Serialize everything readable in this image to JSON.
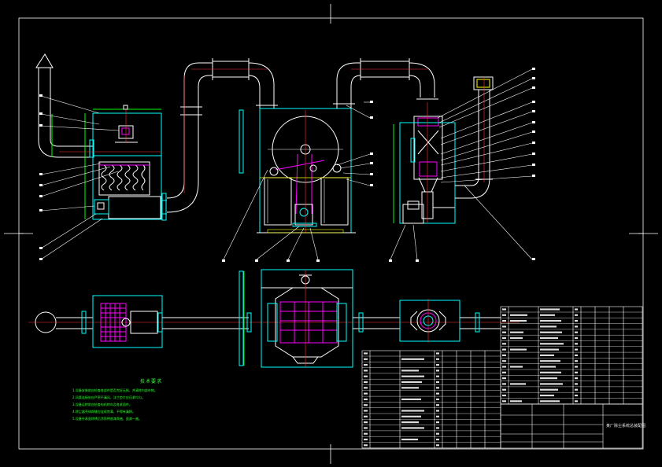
{
  "drawing": {
    "background": "#000000",
    "colors": {
      "frame": "#ffffff",
      "outline": "#00ffff",
      "centerline": "#ff3333",
      "part": "#ffffff",
      "hatch": "#ff00ff",
      "leader": "#ffffff",
      "dimension": "#00ff00",
      "yellow": "#ffff00",
      "notes": "#33ff33"
    },
    "tech_notes": {
      "title": "技术要求",
      "lines": [
        "1.设备安装前应检查各部件是否完好无损，并清除内部杂物。",
        "2.风管连接处应严密不漏风，法兰垫片应压紧均匀。",
        "3.设备运转前应检查电机转向及各紧固件。",
        "4.除尘器壳体焊缝应连续饱满，不得有漏焊。",
        "5.设备外表面除锈后涂防锈底漆两遍、面漆一遍。"
      ]
    },
    "title_block": {
      "drawing_name": "某厂除尘系统总装配图"
    }
  }
}
